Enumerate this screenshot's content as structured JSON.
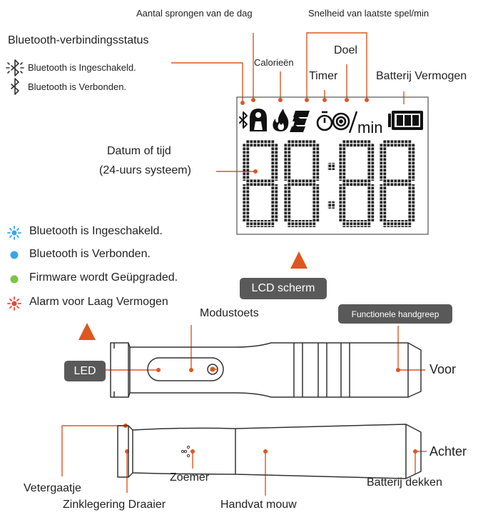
{
  "top_labels": {
    "jumps_today": "Aantal sprongen van de dag",
    "speed_last_game": "Snelheid van laatste spel/min",
    "calories": "Calorieën",
    "goal": "Doel",
    "timer": "Timer",
    "battery": "Batterij Vermogen",
    "date_time_line1": "Datum of tijd",
    "date_time_line2": "(24-uurs systeem)"
  },
  "bt_status": {
    "title": "Bluetooth-verbindingsstatus",
    "on": "Bluetooth is Ingeschakeld.",
    "connected": "Bluetooth is Verbonden."
  },
  "lcd": {
    "digits": "88:88",
    "unit": "min"
  },
  "led_legend": [
    {
      "text": "Bluetooth is Ingeschakeld.",
      "color": "#3aa6e6",
      "icon": "blue-burst-icon"
    },
    {
      "text": "Bluetooth is Verbonden.",
      "color": "#3aa6e6",
      "icon": "blue-dot-icon"
    },
    {
      "text": "Firmware wordt Geüpgraded.",
      "color": "#7cc444",
      "icon": "green-dot-icon"
    },
    {
      "text": "Alarm voor Laag Vermogen",
      "color": "#e8453c",
      "icon": "red-burst-icon"
    }
  ],
  "pills": {
    "lcd": "LCD scherm",
    "led": "LED",
    "grip": "Functionele handgreep"
  },
  "handle_labels": {
    "mode_key": "Modustoets",
    "front": "Voor",
    "back": "Achter",
    "lace_hole": "Vetergaatje",
    "buzzer": "Zoemer",
    "battery_cover": "Batterij dekken",
    "zinc_swivel": "Zinklegering Draaier",
    "handle_sleeve": "Handvat mouw"
  },
  "colors": {
    "accent": "#e0561f",
    "pill": "#595959",
    "line": "#333333"
  }
}
